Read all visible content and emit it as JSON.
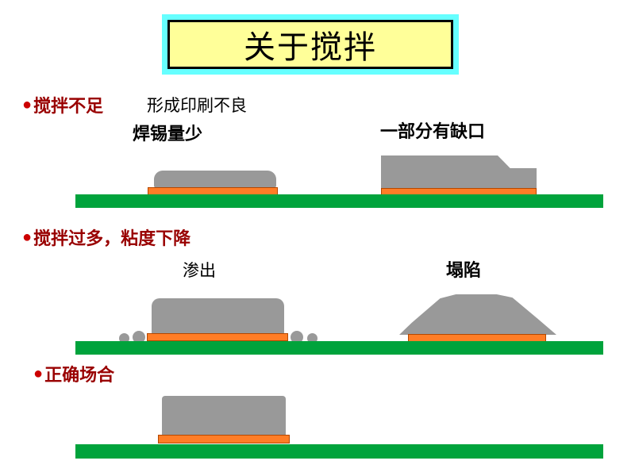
{
  "slide": {
    "title": "关于搅拌"
  },
  "sections": {
    "insufficient": {
      "bullet": "●",
      "heading": "搅拌不足",
      "note": "形成印刷不良",
      "label_left": "焊锡量少",
      "label_right": "一部分有缺口"
    },
    "excessive": {
      "bullet": "●",
      "heading": "搅拌过多，粘度下降",
      "label_left": "渗出",
      "label_right": "塌陷"
    },
    "correct": {
      "bullet": "●",
      "heading": "正确场合"
    }
  },
  "colors": {
    "board_green": "#00A33C",
    "pad_orange": "#FF7D26",
    "paste_gray": "#999999",
    "heading_red": "#990000",
    "bullet_red": "#CC0000",
    "title_bg": "#FFFF99",
    "title_border_cyan": "#66FFFF"
  }
}
